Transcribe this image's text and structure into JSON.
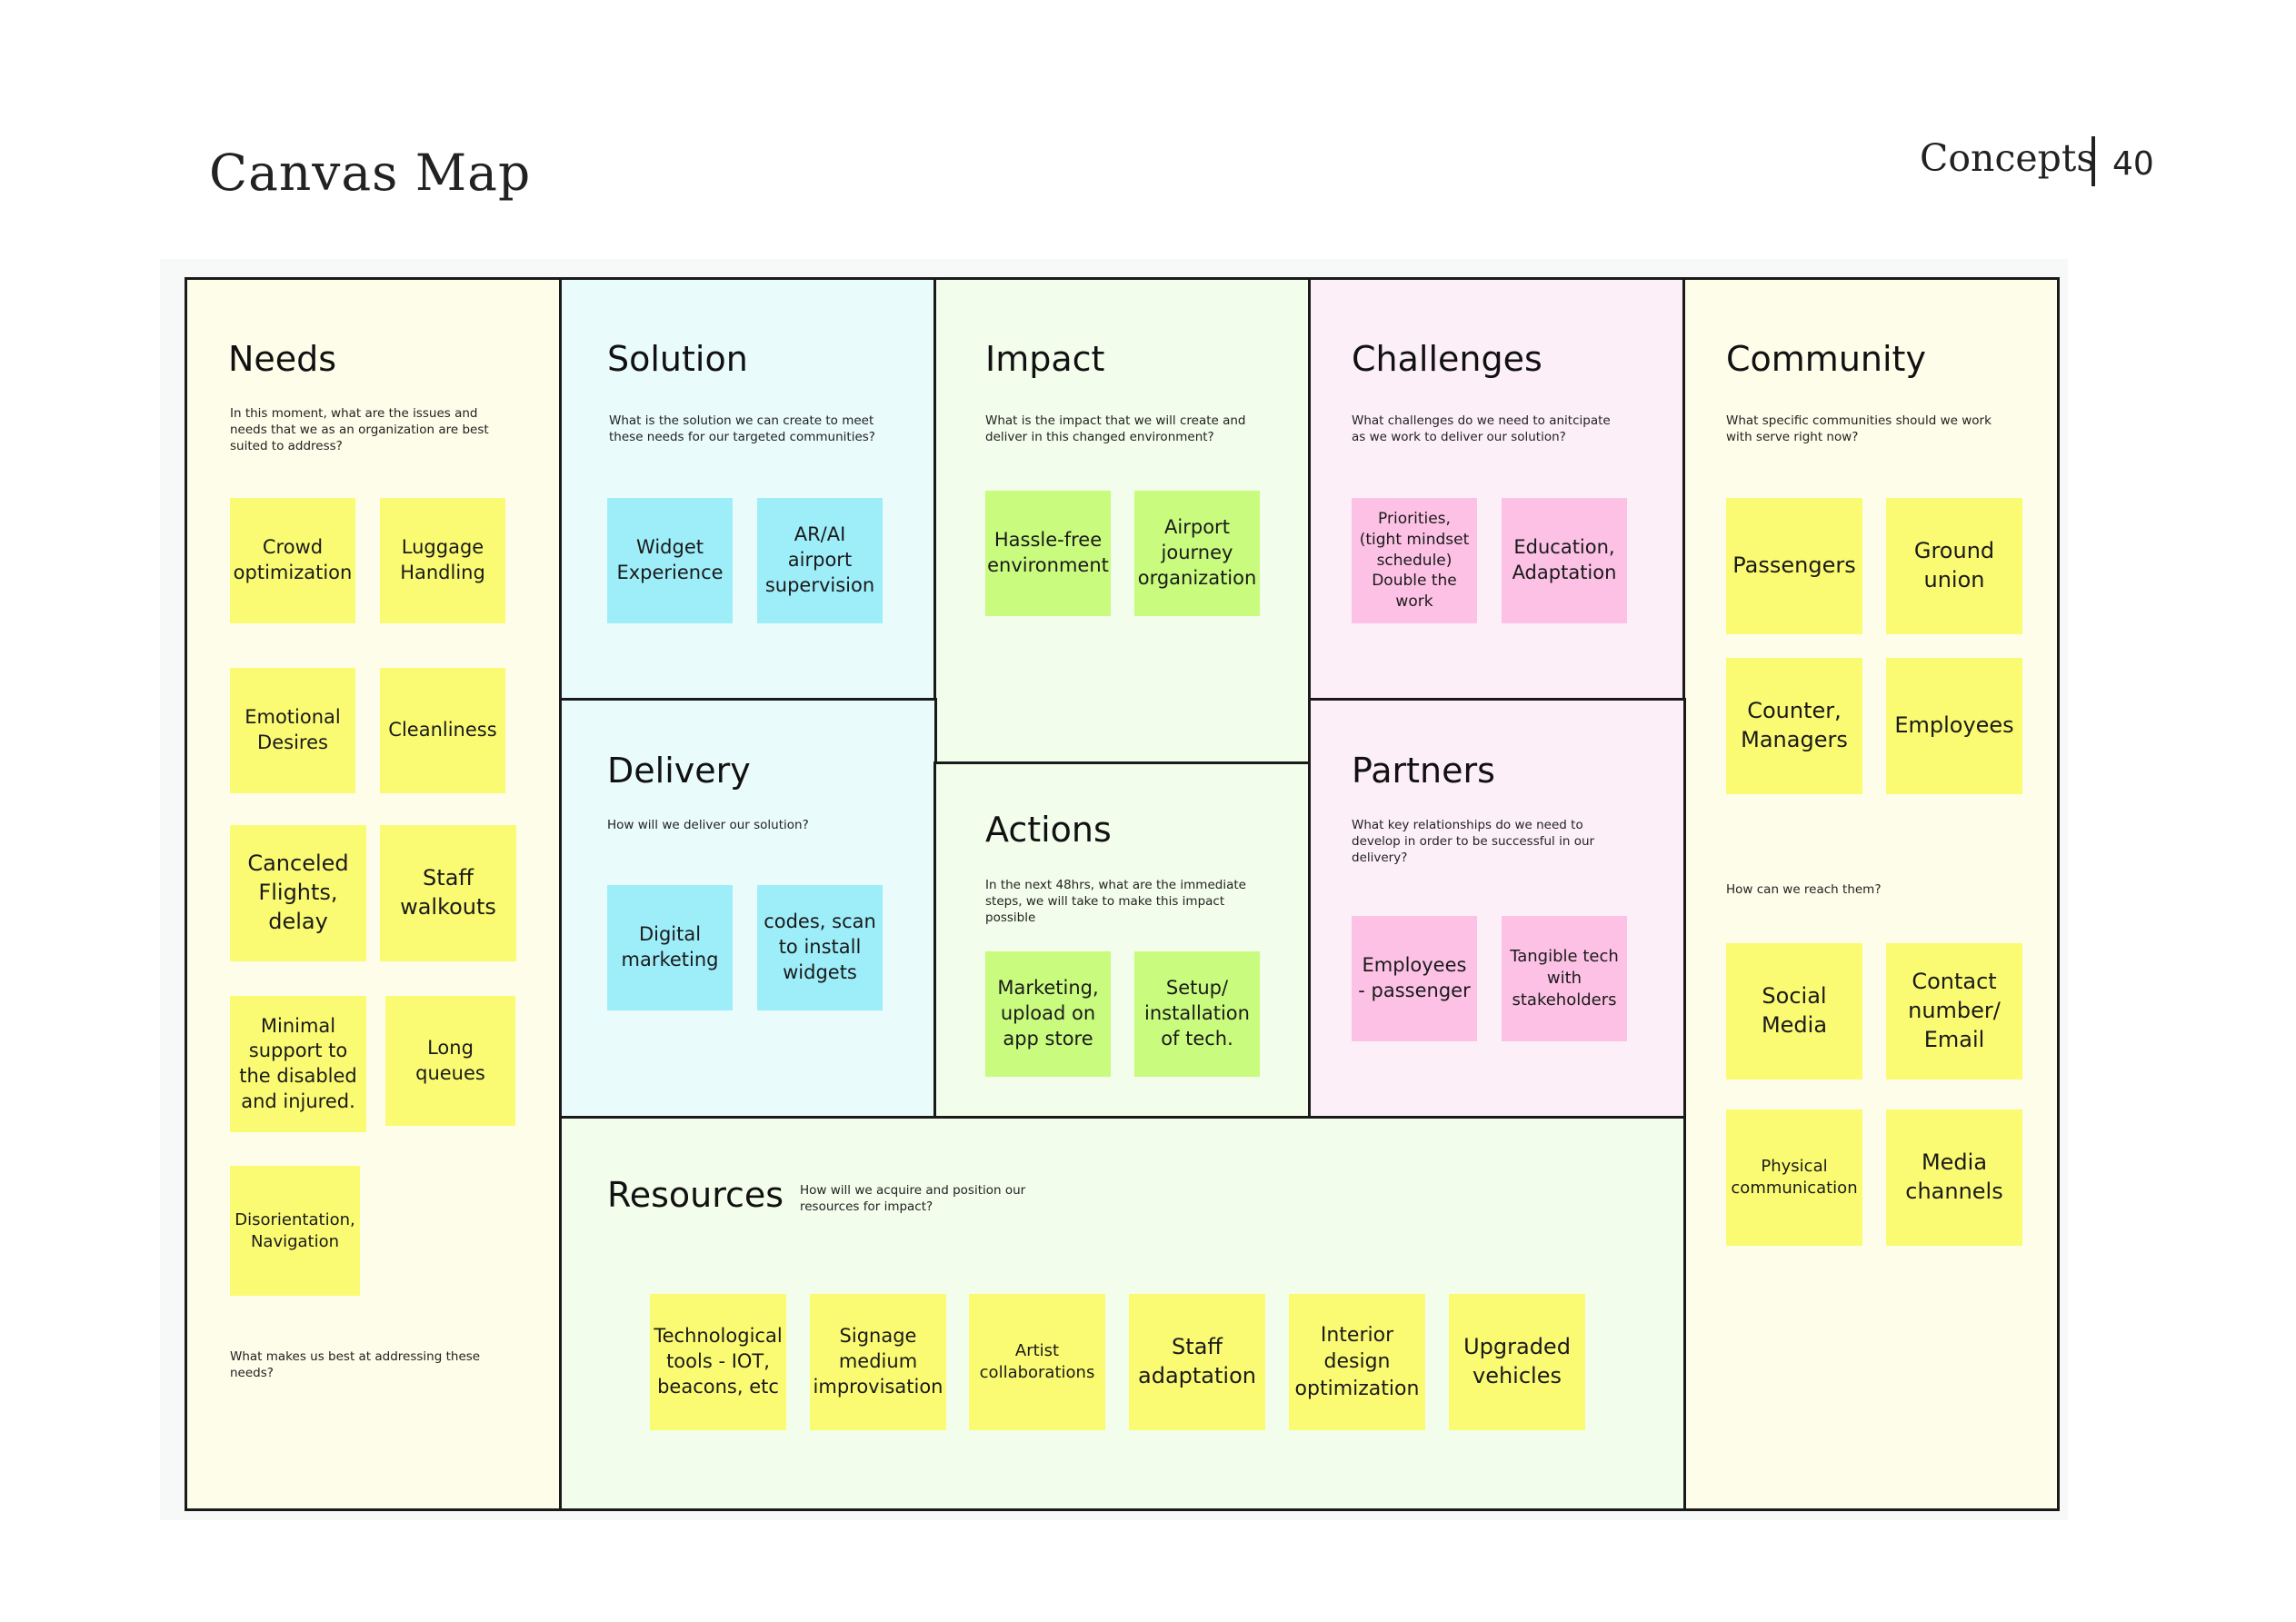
{
  "header": {
    "title": "Canvas Map",
    "section": "Concepts",
    "page_number": "40"
  },
  "colors": {
    "note_yellow": "#fbfb73",
    "note_cyan": "#9eeefa",
    "note_green": "#c9fb7e",
    "note_pink": "#fcc1e5",
    "panel_yellow": "#fdfde9",
    "panel_cyan": "#e9fbfb",
    "panel_green": "#f3fdeb",
    "panel_pink": "#fdeff8"
  },
  "needs": {
    "title": "Needs",
    "question": "In this moment, what are the issues and needs that we as an organization are best suited to address?",
    "question2": "What makes us best at addressing these needs?",
    "notes": [
      "Crowd optimization",
      "Luggage Handling",
      "Emotional Desires",
      "Cleanliness",
      "Canceled Flights, delay",
      "Staff walkouts",
      "Minimal support to the disabled and injured.",
      "Long queues",
      "Disorientation, Navigation"
    ]
  },
  "solution": {
    "title": "Solution",
    "question": "What is the solution we can create to meet these needs for our targeted communities?",
    "notes": [
      "Widget Experience",
      "AR/AI airport supervision"
    ]
  },
  "impact": {
    "title": "Impact",
    "question": "What is the impact that we will create and deliver in this changed environment?",
    "notes": [
      "Hassle-free environment",
      "Airport journey organization"
    ]
  },
  "challenges": {
    "title": "Challenges",
    "question": "What challenges do we need to anitcipate as we work to deliver our solution?",
    "notes": [
      "Priorities, (tight mindset schedule) Double the work",
      "Education, Adaptation"
    ]
  },
  "community": {
    "title": "Community",
    "question": "What specific communities should we work with serve right now?",
    "question2": "How can we reach them?",
    "notes": [
      "Passengers",
      "Ground union",
      "Counter, Managers",
      "Employees"
    ],
    "reach": [
      "Social Media",
      "Contact number/ Email",
      "Physical communication",
      "Media channels"
    ]
  },
  "delivery": {
    "title": "Delivery",
    "question": "How will we deliver our solution?",
    "notes": [
      "Digital marketing",
      "codes, scan to install widgets"
    ]
  },
  "actions": {
    "title": "Actions",
    "question": "In the next 48hrs, what are the immediate steps, we will take to make this impact possible",
    "notes": [
      "Marketing, upload on app store",
      "Setup/ installation of tech."
    ]
  },
  "partners": {
    "title": "Partners",
    "question": "What key relationships do we need to develop in order to be successful in our delivery?",
    "notes": [
      "Employees - passenger",
      "Tangible tech with stakeholders"
    ]
  },
  "resources": {
    "title": "Resources",
    "question": "How will we acquire and position our resources for impact?",
    "notes": [
      "Technological tools - IOT, beacons, etc",
      "Signage medium improvisation",
      "Artist collaborations",
      "Staff adaptation",
      "Interior design optimization",
      "Upgraded vehicles"
    ]
  }
}
